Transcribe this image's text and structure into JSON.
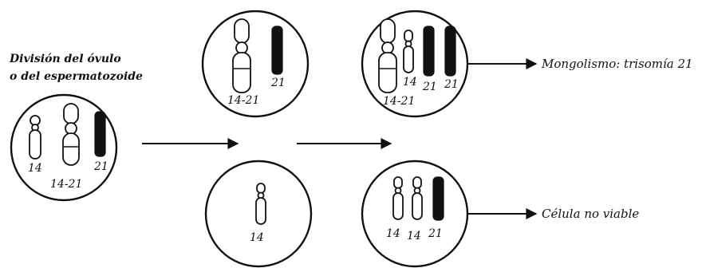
{
  "title": {
    "line1": "División del óvulo",
    "line2": "o del espermatozoide"
  },
  "cells": {
    "parent": {
      "labels": [
        "14",
        "14-21",
        "21"
      ]
    },
    "top_middle": {
      "labels": [
        "14-21",
        "21"
      ]
    },
    "bottom_middle": {
      "labels": [
        "14"
      ]
    },
    "top_right": {
      "labels": [
        "14-21",
        "14",
        "21",
        "21"
      ]
    },
    "bottom_right": {
      "labels": [
        "14",
        "14",
        "21"
      ]
    }
  },
  "outcomes": {
    "top": "Mongolismo: trisomía 21",
    "bottom": "Célula no viable"
  },
  "colors": {
    "ink": "#111111",
    "paper": "#ffffff"
  }
}
